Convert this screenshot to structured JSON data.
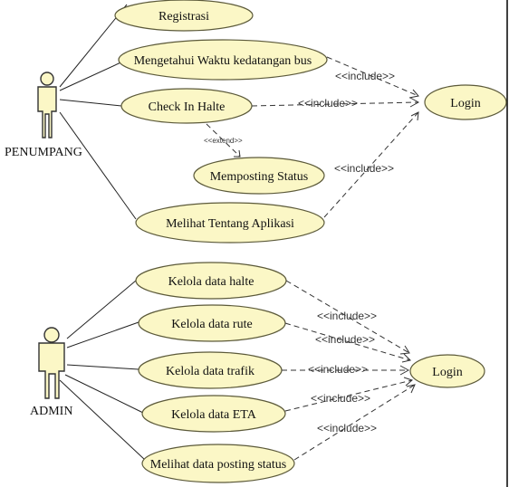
{
  "diagram": {
    "actors": {
      "penumpang": "PENUMPANG",
      "admin": "ADMIN"
    },
    "top_use_cases": {
      "registrasi": "Registrasi",
      "waktu_bus": "Mengetahui Waktu kedatangan bus",
      "check_in": "Check In Halte",
      "memposting": "Memposting Status",
      "tentang_aplikasi": "Melihat Tentang Aplikasi",
      "login": "Login"
    },
    "bottom_use_cases": {
      "halte": "Kelola data halte",
      "rute": "Kelola data rute",
      "trafik": "Kelola data trafik",
      "eta": "Kelola data ETA",
      "posting_status": "Melihat data posting status",
      "login": "Login"
    },
    "stereotypes": {
      "include": "<<include>>",
      "extend": "<<extend>>"
    }
  },
  "colors": {
    "use_case_fill": "#fbf7c6",
    "line": "#222222"
  }
}
